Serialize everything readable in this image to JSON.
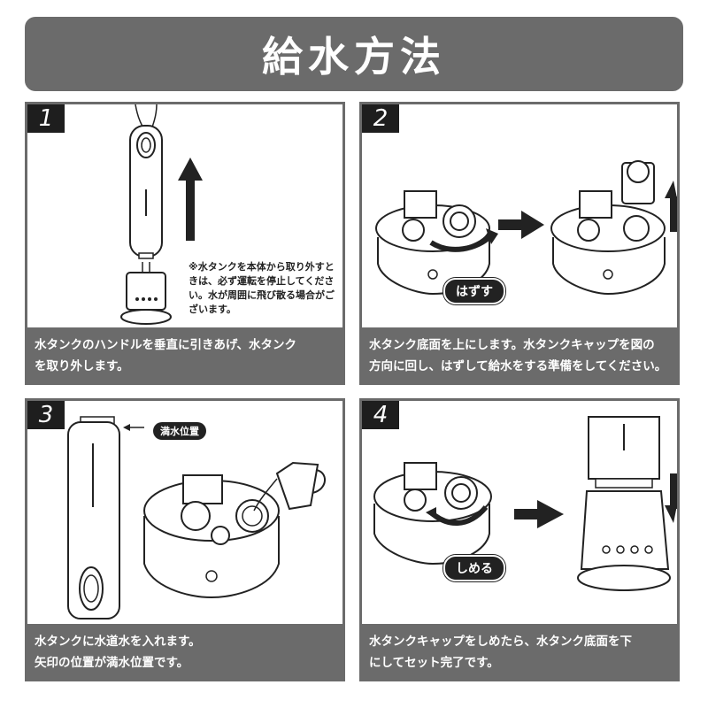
{
  "title": "給水方法",
  "steps": [
    {
      "number": "1",
      "note": "※水タンクを本体から取り外すときは、必ず運転を停止してください。水が周囲に飛び散る場合がございます。",
      "caption": [
        "水タンクのハンドルを垂直に引きあげ、水タンク",
        "を取り外します。"
      ]
    },
    {
      "number": "2",
      "label": "はずす",
      "caption": [
        "水タンク底面を上にします。水タンクキャップを図の",
        "方向に回し、はずして給水をする準備をしてください。"
      ]
    },
    {
      "number": "3",
      "label": "満水位置",
      "caption": [
        "水タンクに水道水を入れます。",
        "矢印の位置が満水位置です。"
      ]
    },
    {
      "number": "4",
      "label": "しめる",
      "caption": [
        "水タンクキャップをしめたら、水タンク底面を下",
        "にしてセット完了です。"
      ]
    }
  ]
}
